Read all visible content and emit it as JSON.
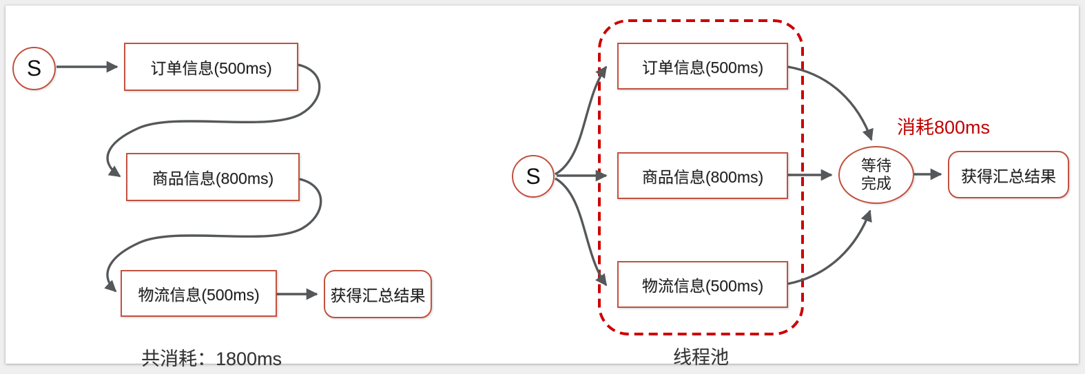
{
  "palette": {
    "shape_border": "#C1503E",
    "dashed_red": "#CC0000",
    "arrow": "#55585A",
    "text": "#1f1f1f",
    "label_text": "#333333",
    "red_text": "#C00000",
    "slide_bg": "#ffffff",
    "page_bg": "#efefef"
  },
  "left_flow": {
    "start_label": "S",
    "steps": [
      {
        "label": "订单信息(500ms)"
      },
      {
        "label": "商品信息(800ms)"
      },
      {
        "label": "物流信息(500ms)"
      }
    ],
    "result_label": "获得汇总结果",
    "total_label": "共消耗：1800ms"
  },
  "right_flow": {
    "start_label": "S",
    "steps": [
      {
        "label": "订单信息(500ms)"
      },
      {
        "label": "商品信息(800ms)"
      },
      {
        "label": "物流信息(500ms)"
      }
    ],
    "wait_node": {
      "line1": "等待",
      "line2": "完成"
    },
    "cost_label": "消耗800ms",
    "result_label": "获得汇总结果",
    "pool_label": "线程池"
  }
}
